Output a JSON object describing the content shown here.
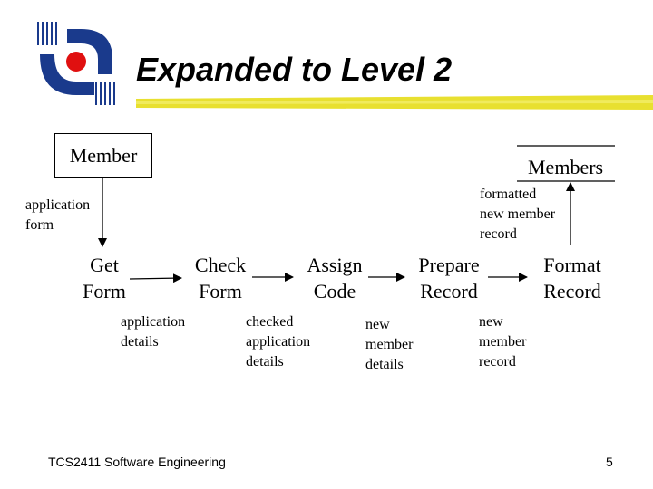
{
  "slide": {
    "title": "Expanded to Level 2",
    "footer": "TCS2411 Software Engineering",
    "page_number": "5"
  },
  "entities": {
    "member": "Member"
  },
  "datastores": {
    "members": "Members"
  },
  "processes": {
    "get_form": "Get\nForm",
    "check_form": "Check\nForm",
    "assign_code": "Assign\nCode",
    "prepare_record": "Prepare\nRecord",
    "format_record": "Format\nRecord"
  },
  "flows": {
    "application_form": "application\nform",
    "application_details": "application\ndetails",
    "checked_application_details": "checked\napplication\ndetails",
    "new_member_details": "new\nmember\ndetails",
    "new_member_record": "new\nmember\nrecord",
    "formatted_new_member_record": "formatted\nnew member\nrecord"
  }
}
